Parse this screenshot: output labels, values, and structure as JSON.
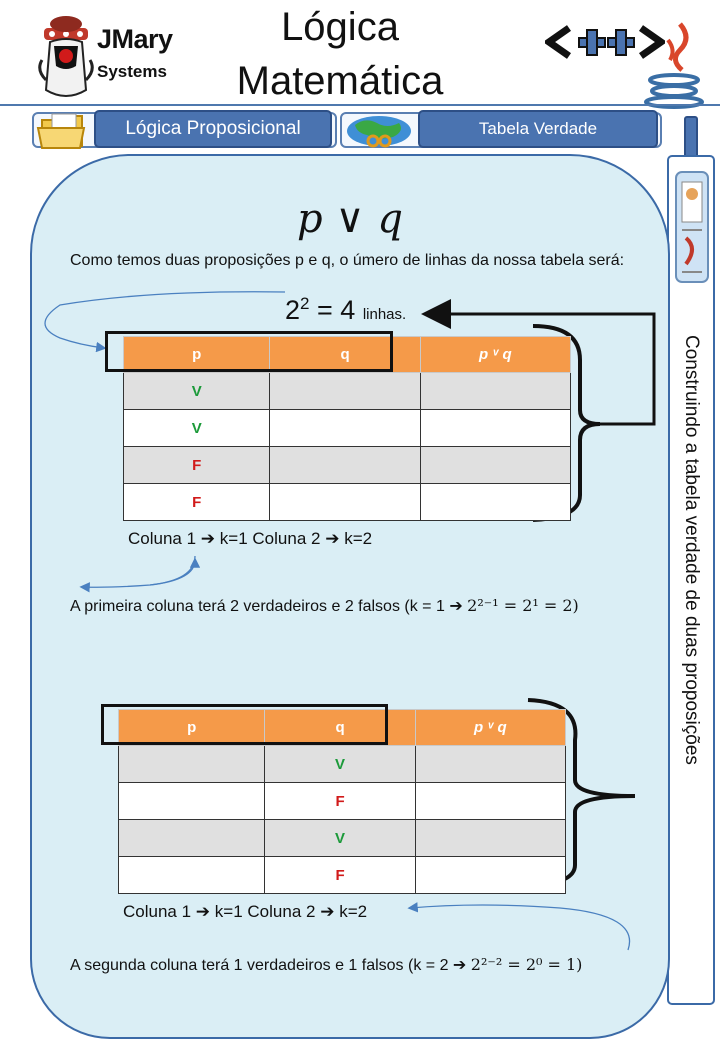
{
  "header": {
    "brand_name": "JMary",
    "brand_sub": "Systems",
    "title_line1": "Lógica",
    "title_line2": "Matemática",
    "logo_text": "<++>"
  },
  "tabs": {
    "logica": "Lógica Proposicional",
    "tabela": "Tabela Verdade"
  },
  "side_text": "Construindo a tabela verdade de duas proposições",
  "main": {
    "formula": "p ∨ q",
    "intro": "Como temos duas proposições p e q, o úmero de linhas da nossa tabela será:",
    "lines_base": "2",
    "lines_exp": "2",
    "lines_eq": "= 4",
    "lines_unit": "linhas."
  },
  "table1": {
    "headers": [
      "p",
      "q",
      "p ᵛ q"
    ],
    "p_values": [
      "V",
      "V",
      "F",
      "F"
    ]
  },
  "table1_labels": {
    "col1": "Coluna 1",
    "k1": "k=1",
    "col2": "Coluna 2",
    "k2": "k=2"
  },
  "explain1": {
    "text": "A primeira coluna terá 2 verdadeiros e 2 falsos (k =  1",
    "math": "2²⁻¹ = 2¹ = 2)"
  },
  "table2": {
    "headers": [
      "p",
      "q",
      "p ᵛ q"
    ],
    "q_values": [
      "V",
      "F",
      "V",
      "F"
    ]
  },
  "table2_labels": {
    "col1": "Coluna 1",
    "k1": "k=1",
    "col2": "Coluna 2",
    "k2": "k=2"
  },
  "explain2": {
    "text": "A segunda coluna terá 1 verdadeiros e 1 falsos (k =  2",
    "math": "2²⁻² = 2⁰ = 1)"
  }
}
